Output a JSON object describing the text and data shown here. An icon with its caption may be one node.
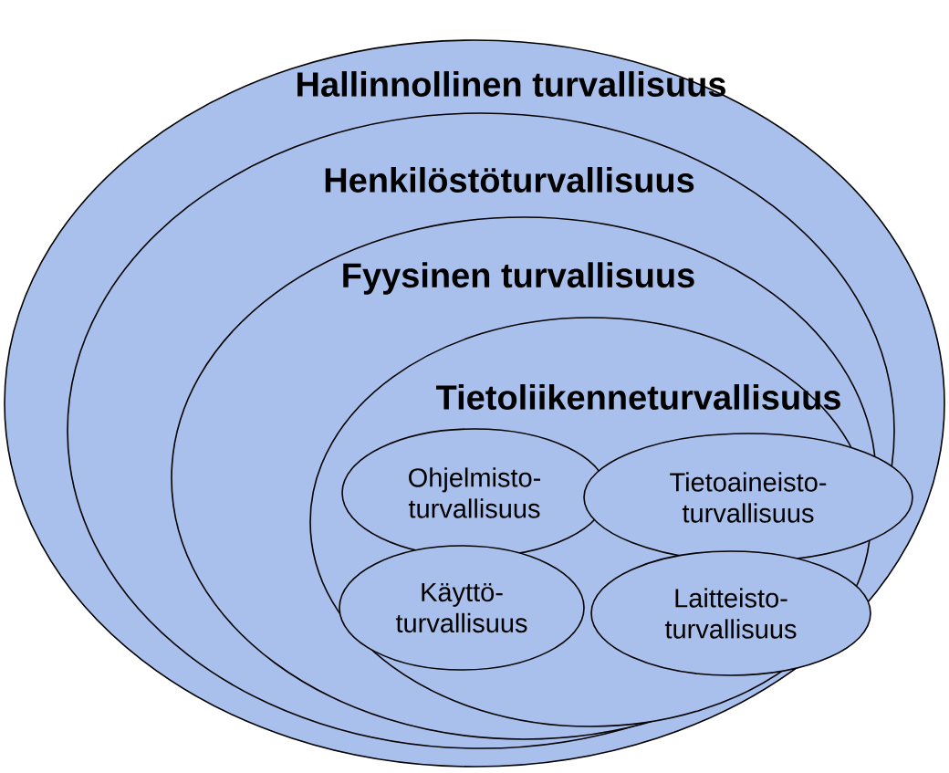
{
  "diagram": {
    "nodes": [
      {
        "text": [
          "Hallinnollinen turvallisuus"
        ]
      },
      {
        "text": [
          "Henkilöstöturvallisuus"
        ],
        "in": 0
      },
      {
        "text": [
          "Fyysinen turvallisuus"
        ],
        "in": 1
      },
      {
        "text": [
          "Tietoliikenneturvallisuus"
        ],
        "in": 2
      },
      {
        "text": [
          "Ohjelmisto- turvallisuus"
        ],
        "in": 3
      },
      {
        "text": [
          "Tietoaineisto- turvallisuus"
        ],
        "in": 0
      },
      {
        "text": [
          "Käyttö- turvallisuus"
        ],
        "in": 3
      },
      {
        "text": [
          "Laitteisto- turvallisuus"
        ],
        "in": 3
      }
    ]
  }
}
